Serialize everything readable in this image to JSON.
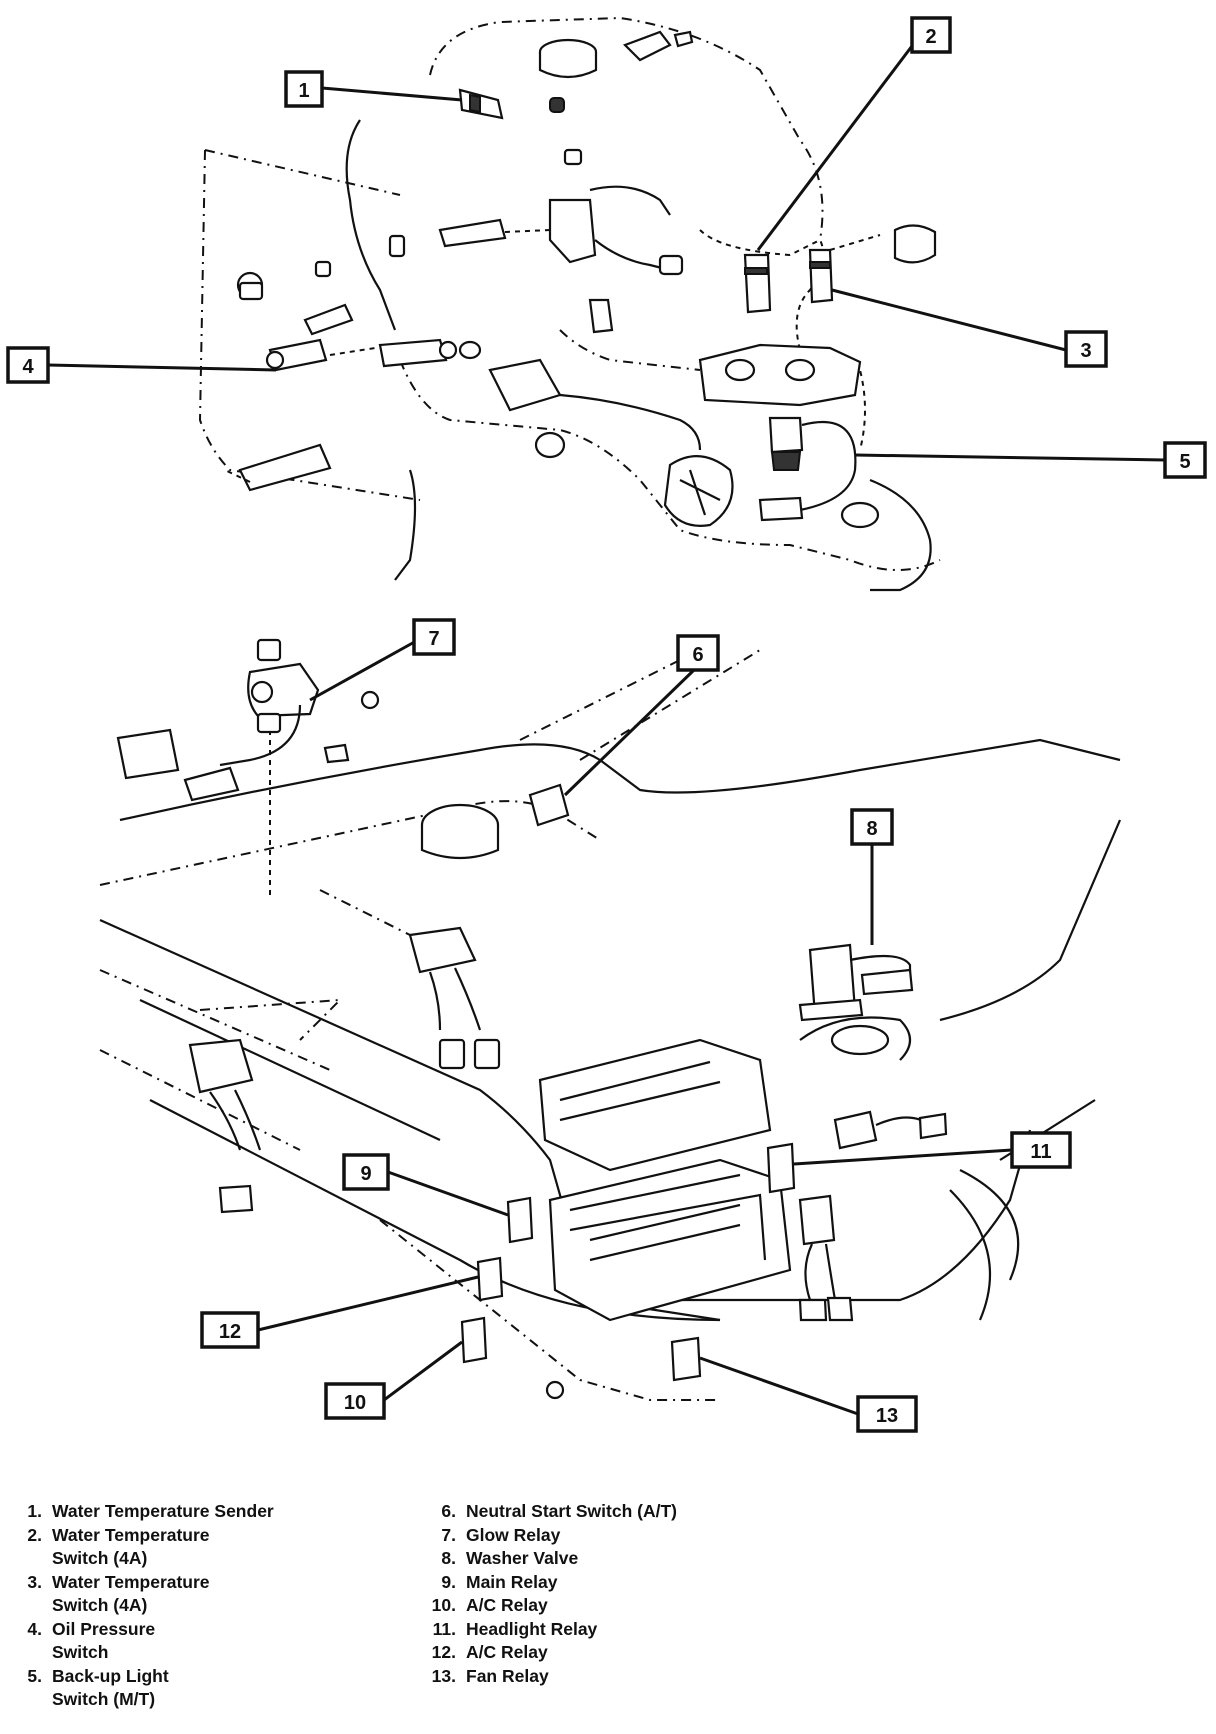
{
  "callouts": [
    {
      "id": "1",
      "label": "1"
    },
    {
      "id": "2",
      "label": "2"
    },
    {
      "id": "3",
      "label": "3"
    },
    {
      "id": "4",
      "label": "4"
    },
    {
      "id": "5",
      "label": "5"
    },
    {
      "id": "6",
      "label": "6"
    },
    {
      "id": "7",
      "label": "7"
    },
    {
      "id": "8",
      "label": "8"
    },
    {
      "id": "9",
      "label": "9"
    },
    {
      "id": "10",
      "label": "10"
    },
    {
      "id": "11",
      "label": "11"
    },
    {
      "id": "12",
      "label": "12"
    },
    {
      "id": "13",
      "label": "13"
    }
  ],
  "legend": {
    "left": [
      {
        "num": "1.",
        "text": "Water Temperature Sender"
      },
      {
        "num": "2.",
        "text": "Water Temperature\nSwitch (4A)"
      },
      {
        "num": "3.",
        "text": "Water Temperature\nSwitch (4A)"
      },
      {
        "num": "4.",
        "text": "Oil Pressure\nSwitch"
      },
      {
        "num": "5.",
        "text": "Back-up Light\nSwitch (M/T)"
      }
    ],
    "right": [
      {
        "num": "6.",
        "text": "Neutral Start Switch (A/T)"
      },
      {
        "num": "7.",
        "text": "Glow Relay"
      },
      {
        "num": "8.",
        "text": "Washer Valve"
      },
      {
        "num": "9.",
        "text": "Main Relay"
      },
      {
        "num": "10.",
        "text": "A/C Relay"
      },
      {
        "num": "11.",
        "text": "Headlight Relay"
      },
      {
        "num": "12.",
        "text": "A/C Relay"
      },
      {
        "num": "13.",
        "text": "Fan Relay"
      }
    ]
  }
}
